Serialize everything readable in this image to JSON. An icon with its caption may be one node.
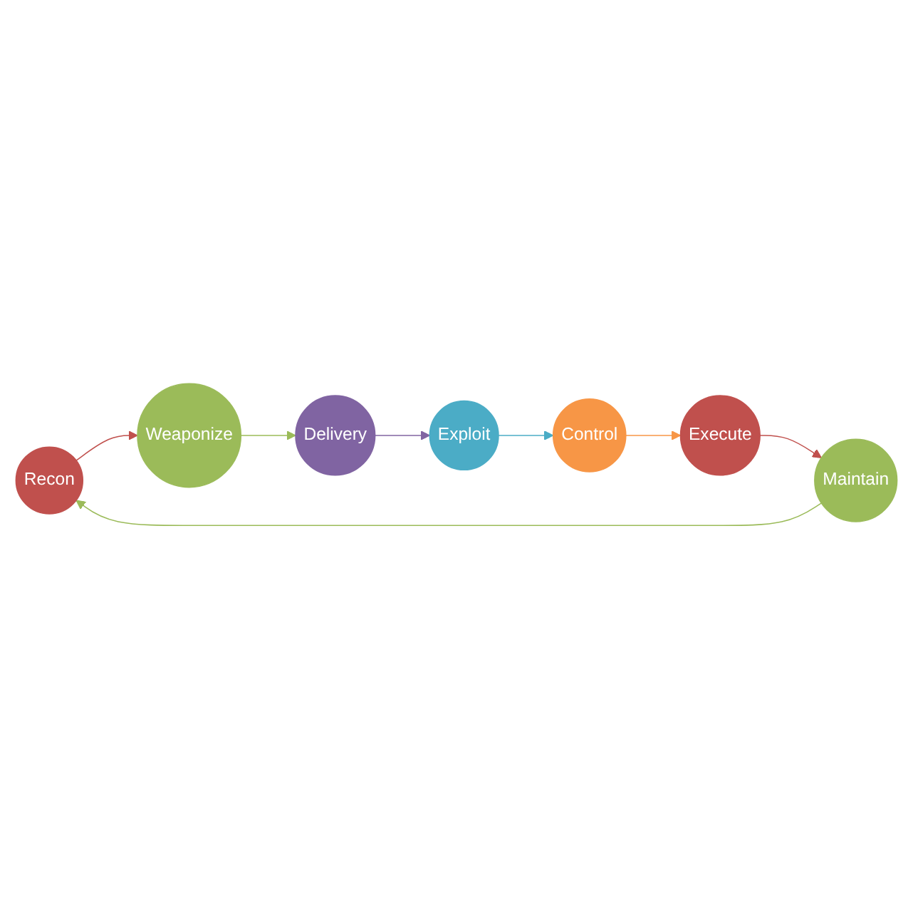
{
  "diagram": {
    "nodes": [
      {
        "text": [
          "Recon"
        ]
      },
      {
        "text": [
          "Weaponize"
        ]
      },
      {
        "text": [
          "Delivery"
        ]
      },
      {
        "text": [
          "Exploit"
        ]
      },
      {
        "text": [
          "Control"
        ]
      },
      {
        "text": [
          "Execute"
        ]
      },
      {
        "text": [
          "Maintain"
        ]
      }
    ],
    "edges": [
      {
        "from": 0,
        "to": 1,
        "arrow": "to",
        "color": "#c0504d"
      },
      {
        "from": 1,
        "to": 2,
        "arrow": "to",
        "color": "#9bbb59"
      },
      {
        "from": 2,
        "to": 3,
        "arrow": "to",
        "color": "#8064a2"
      },
      {
        "from": 3,
        "to": 4,
        "arrow": "to",
        "color": "#4bacc6"
      },
      {
        "from": 4,
        "to": 5,
        "arrow": "to",
        "color": "#f79646"
      },
      {
        "from": 5,
        "to": 6,
        "arrow": "to",
        "color": "#c0504d"
      },
      {
        "from": 6,
        "to": 0,
        "arrow": "to",
        "color": "#9bbb59"
      }
    ]
  }
}
